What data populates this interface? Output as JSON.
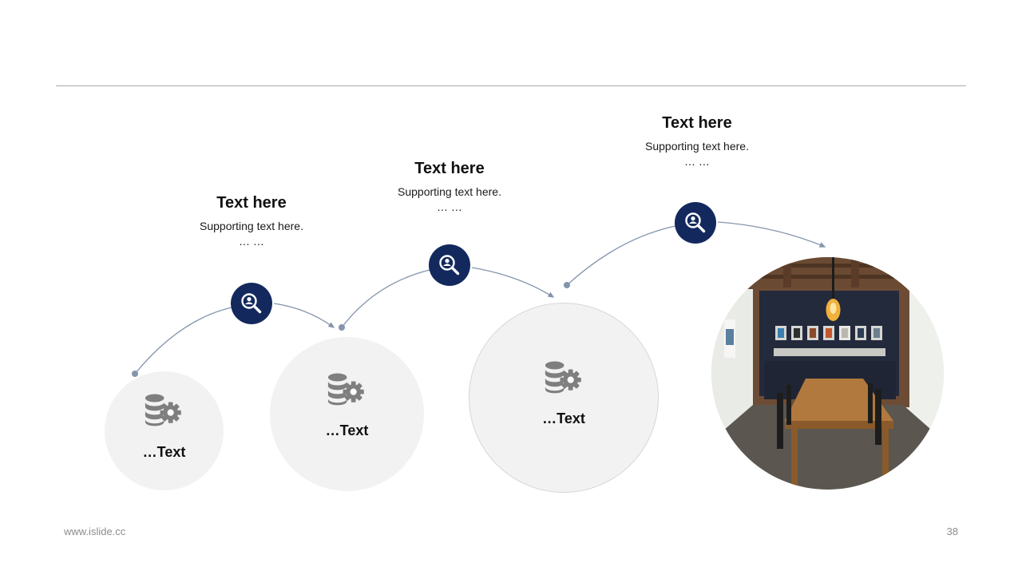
{
  "colors": {
    "accent": "#13295e",
    "circle_fill": "#f2f2f2",
    "connector": "#8494ac",
    "icon_gray": "#7f7f7f"
  },
  "steps": [
    {
      "title": "Text here",
      "supporting": "Supporting  text here.",
      "dots": "… …",
      "label": "…Text",
      "badge_icon": "user-search-icon",
      "circle_icon": "database-gear-icon"
    },
    {
      "title": "Text here",
      "supporting": "Supporting  text here.",
      "dots": "… …",
      "label": "…Text",
      "badge_icon": "user-search-icon",
      "circle_icon": "database-gear-icon"
    },
    {
      "title": "Text here",
      "supporting": "Supporting  text here.",
      "dots": "… …",
      "label": "…Text",
      "badge_icon": "user-search-icon",
      "circle_icon": "database-gear-icon"
    }
  ],
  "photo": {
    "subject": "room-with-wooden-table"
  },
  "footer": {
    "url": "www.islide.cc",
    "page": "38"
  }
}
